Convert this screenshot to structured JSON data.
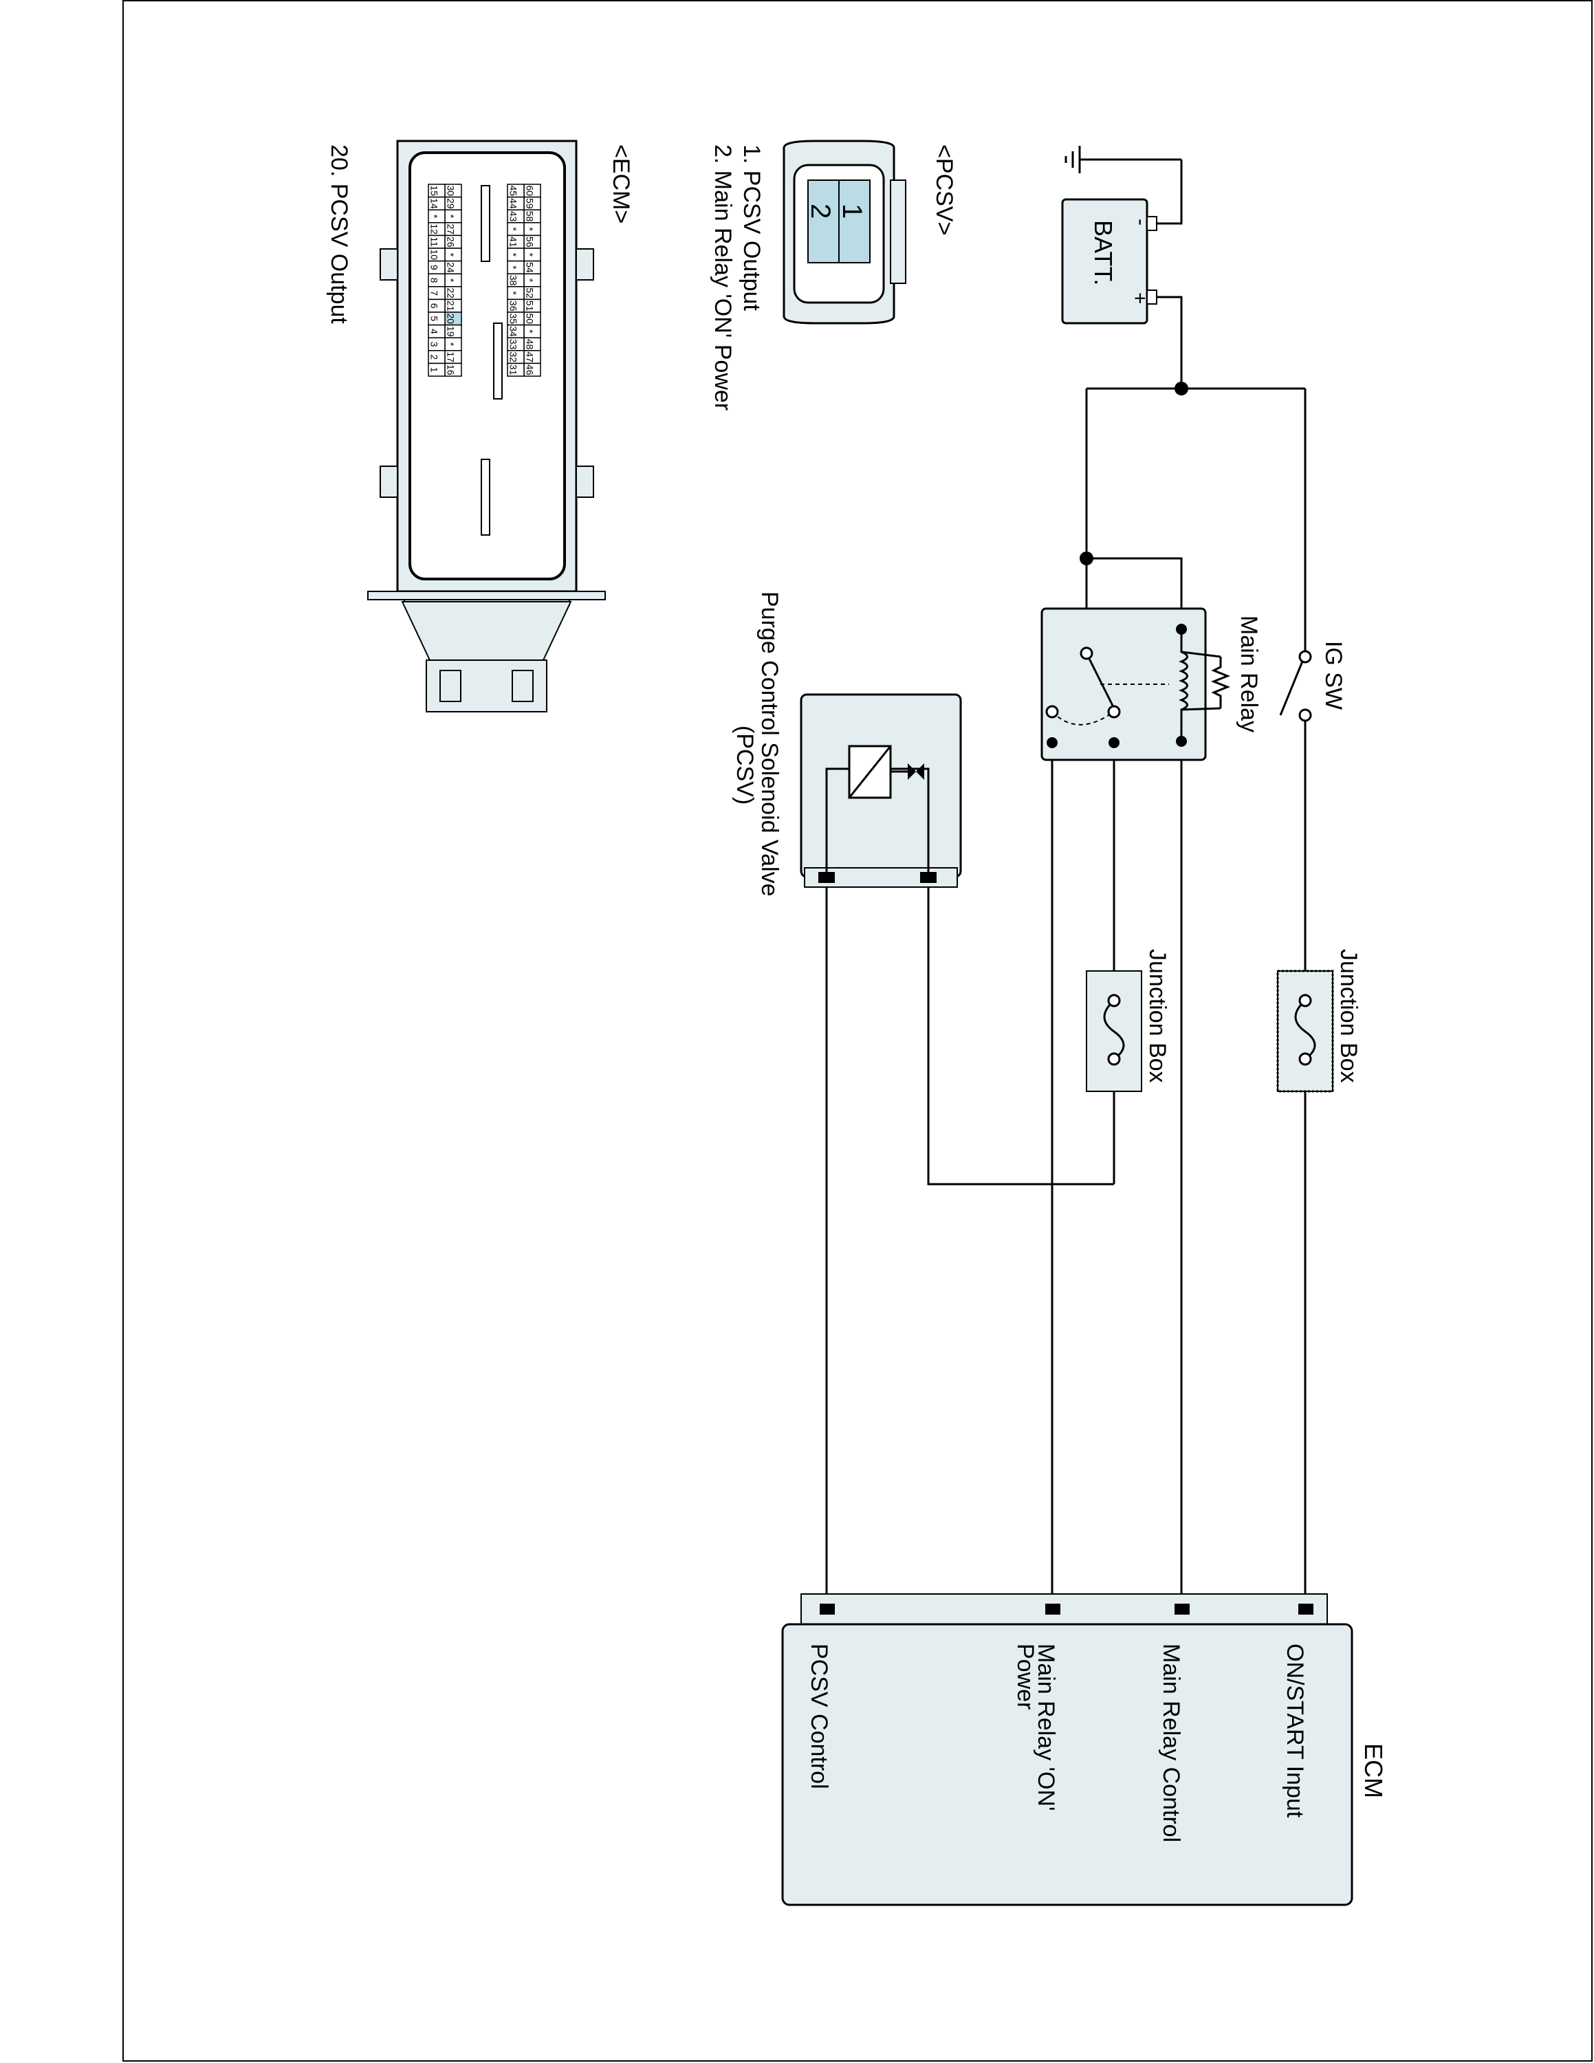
{
  "battery": {
    "label": "BATT.",
    "minus": "-",
    "plus": "+"
  },
  "ig_switch": {
    "label": "IG SW"
  },
  "main_relay": {
    "label": "Main Relay"
  },
  "junction_box_1": {
    "label": "Junction Box"
  },
  "junction_box_2": {
    "label": "Junction Box"
  },
  "pcsv": {
    "label_line1": "Purge Control Solenoid Valve",
    "label_line2": "(PCSV)"
  },
  "ecm": {
    "label": "ECM",
    "pins": [
      {
        "label": "ON/START Input"
      },
      {
        "label": "Main Relay Control"
      },
      {
        "label_line1": "Main Relay 'ON'",
        "label_line2": "Power"
      },
      {
        "label": "PCSV Control"
      }
    ]
  },
  "pcsv_connector": {
    "title": "<PCSV>",
    "pins": [
      "2",
      "1"
    ],
    "legend": [
      "1. PCSV Output",
      "2. Main Relay 'ON' Power"
    ]
  },
  "ecm_connector": {
    "title": "<ECM>",
    "legend": [
      "20. PCSV Output"
    ],
    "highlight_pin": "20",
    "rows": [
      [
        "60",
        "59",
        "58",
        "*",
        "56",
        "*",
        "54",
        "*",
        "52",
        "51",
        "50",
        "*",
        "48",
        "47",
        "46"
      ],
      [
        "45",
        "44",
        "43",
        "*",
        "41",
        "*",
        "*",
        "38",
        "*",
        "36",
        "35",
        "34",
        "33",
        "32",
        "31"
      ],
      [
        "30",
        "29",
        "*",
        "27",
        "26",
        "*",
        "24",
        "*",
        "22",
        "21",
        "20",
        "19",
        "*",
        "17",
        "16"
      ],
      [
        "15",
        "14",
        "*",
        "12",
        "11",
        "10",
        "9",
        "8",
        "7",
        "6",
        "5",
        "4",
        "3",
        "2",
        "1"
      ]
    ]
  },
  "colors": {
    "fill": "#e4eef0",
    "pin_highlight": "#b9dce6",
    "line": "#000000"
  }
}
